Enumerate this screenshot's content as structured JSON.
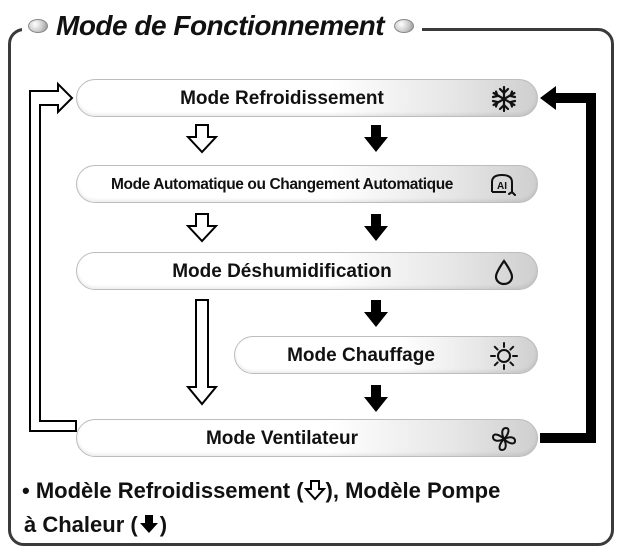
{
  "title": "Mode de Fonctionnement",
  "modes": {
    "cooling": {
      "label": "Mode Refroidissement",
      "icon": "snowflake-icon"
    },
    "auto": {
      "label": "Mode Automatique ou Changement Automatique",
      "icon": "ai-auto-icon",
      "icon_text": "AI"
    },
    "dry": {
      "label": "Mode Déshumidification",
      "icon": "water-drop-icon"
    },
    "heating": {
      "label": "Mode Chauffage",
      "icon": "sun-icon"
    },
    "fan": {
      "label": "Mode Ventilateur",
      "icon": "fan-icon"
    }
  },
  "legend": {
    "bullet": "•",
    "part1": "Modèle Refroidissement (",
    "part2": "), Modèle Pompe",
    "part3": "à Chaleur (",
    "part4": ")"
  },
  "colors": {
    "frame": "#3a3a3a",
    "arrow": "#000000",
    "bar_shade": "#cfcfcf"
  }
}
